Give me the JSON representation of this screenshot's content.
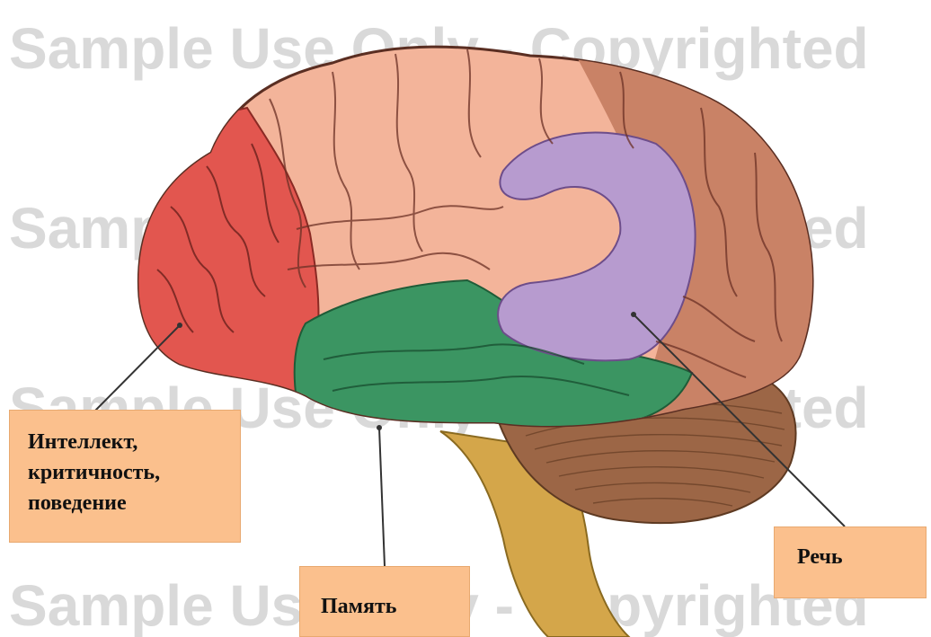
{
  "colors": {
    "frontal_lobe": "#e2564f",
    "cortex_upper": "#f3b49a",
    "cortex_rear": "#c98266",
    "temporal_lobe": "#3b9562",
    "speech_area": "#b79bcf",
    "cerebellum": "#9c6646",
    "brainstem": "#d4a64a",
    "label_background": "#fbc08d"
  },
  "watermark": "Sample Use Only - Copyrighted",
  "labels": {
    "intellect": {
      "lines": [
        "Интеллект,",
        "критичность,",
        "поведение"
      ]
    },
    "memory": {
      "text": "Память"
    },
    "speech": {
      "text": "Речь"
    }
  }
}
